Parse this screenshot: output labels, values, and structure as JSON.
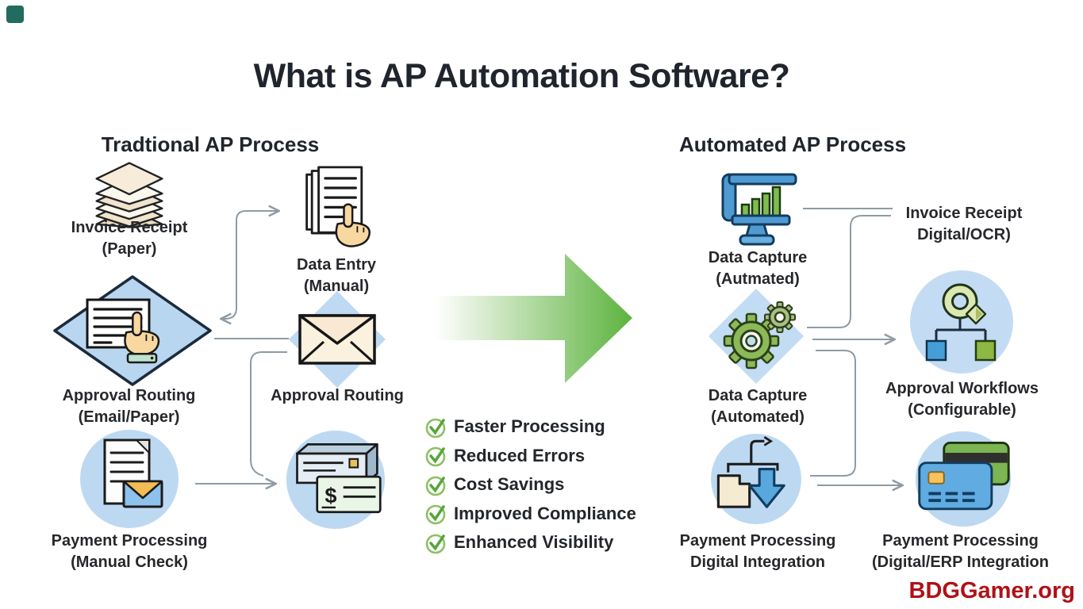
{
  "page": {
    "title": "What is AP Automation Software?",
    "watermark": "BDGGamer.org"
  },
  "left": {
    "header": "Tradtional AP Process",
    "nodes": {
      "invoice_receipt": {
        "label": "Invoice Receipt",
        "sublabel": "(Paper)",
        "icon": "paper-stack-icon"
      },
      "data_entry": {
        "label": "Data Entry",
        "sublabel": "(Manual)",
        "icon": "document-hand-icon"
      },
      "approval_email": {
        "label": "Approval Routing",
        "sublabel": "(Email/Paper)",
        "icon": "document-hand-diamond-icon"
      },
      "approval_envelope": {
        "label": "Approval Routing",
        "sublabel": "",
        "icon": "envelope-diamond-icon"
      },
      "payment_manual": {
        "label": "Payment Processing",
        "sublabel": "(Manual Check)",
        "icon": "document-envelope-icon"
      },
      "checks": {
        "icon": "bank-checks-icon"
      }
    }
  },
  "benefits": {
    "items": [
      "Faster Processing",
      "Reduced Errors",
      "Cost Savings",
      "Improved Compliance",
      "Enhanced Visibility"
    ]
  },
  "right": {
    "header": "Automated AP Process",
    "nodes": {
      "data_capture_top": {
        "label": "Data Capture",
        "sublabel": "(Autmated)",
        "icon": "monitor-chart-icon"
      },
      "invoice_digital": {
        "label": "Invoice Receipt",
        "sublabel": "Digital/OCR)"
      },
      "data_capture_mid": {
        "label": "Data Capture",
        "sublabel": "(Automated)",
        "icon": "gears-diamond-icon"
      },
      "approval_workflows": {
        "label": "Approval Workflows",
        "sublabel": "(Configurable)",
        "icon": "workflow-org-chart-icon"
      },
      "payment_digital": {
        "label": "Payment Processing",
        "sublabel": "Digital Integration",
        "icon": "flowchart-download-icon"
      },
      "payment_erp": {
        "label": "Payment Processing",
        "sublabel": "(Digital/ERP Integration",
        "icon": "credit-cards-icon"
      }
    }
  },
  "colors": {
    "node_blue": "#bdd9f2",
    "diamond_blue": "#b9d6f0",
    "arrow_green": "#5cb33e",
    "check_green": "#57a53c",
    "connector_gray": "#8e9ba4",
    "watermark_red": "#b01116",
    "text_dark": "#20242c"
  }
}
